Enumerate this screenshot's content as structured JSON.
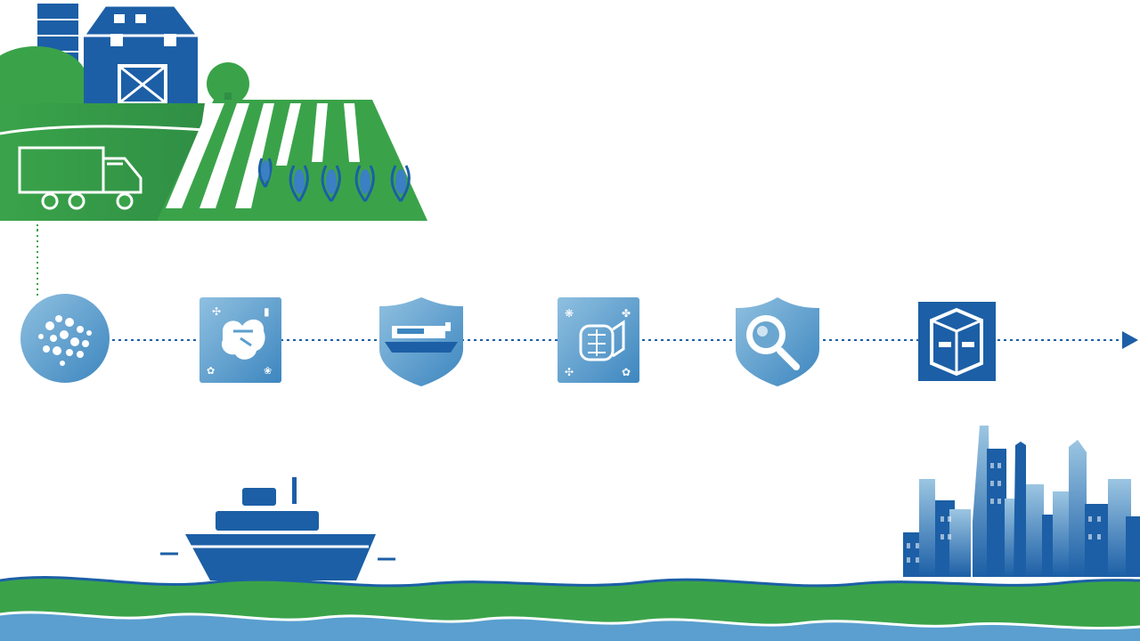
{
  "palette": {
    "green": "#3aa34a",
    "green_light": "#55b94a",
    "blue": "#1c5fa6",
    "blue_dark": "#164f8c",
    "blue_light": "#6aa6cf",
    "blue_pale": "#9cc6e2",
    "water": "#5a9fcf",
    "background": "#ffffff"
  },
  "scene": {
    "farm": [
      "barn-icon",
      "silo-icon",
      "tree-icon",
      "crop-field",
      "corn-plant-icon",
      "delivery-truck-icon"
    ],
    "transport": [
      "cargo-ship-icon"
    ],
    "destination": [
      "city-skyline-icon"
    ],
    "ground": [
      "green-wave",
      "water-wave"
    ]
  },
  "process_steps": [
    {
      "icon": "grain-cluster-icon",
      "shape": "circle"
    },
    {
      "icon": "processing-badge-icon",
      "shape": "square"
    },
    {
      "icon": "shield-cargo-ship-icon",
      "shape": "shield"
    },
    {
      "icon": "packaging-badge-icon",
      "shape": "square"
    },
    {
      "icon": "shield-magnifier-icon",
      "shape": "shield"
    },
    {
      "icon": "box-icon",
      "shape": "square"
    }
  ]
}
